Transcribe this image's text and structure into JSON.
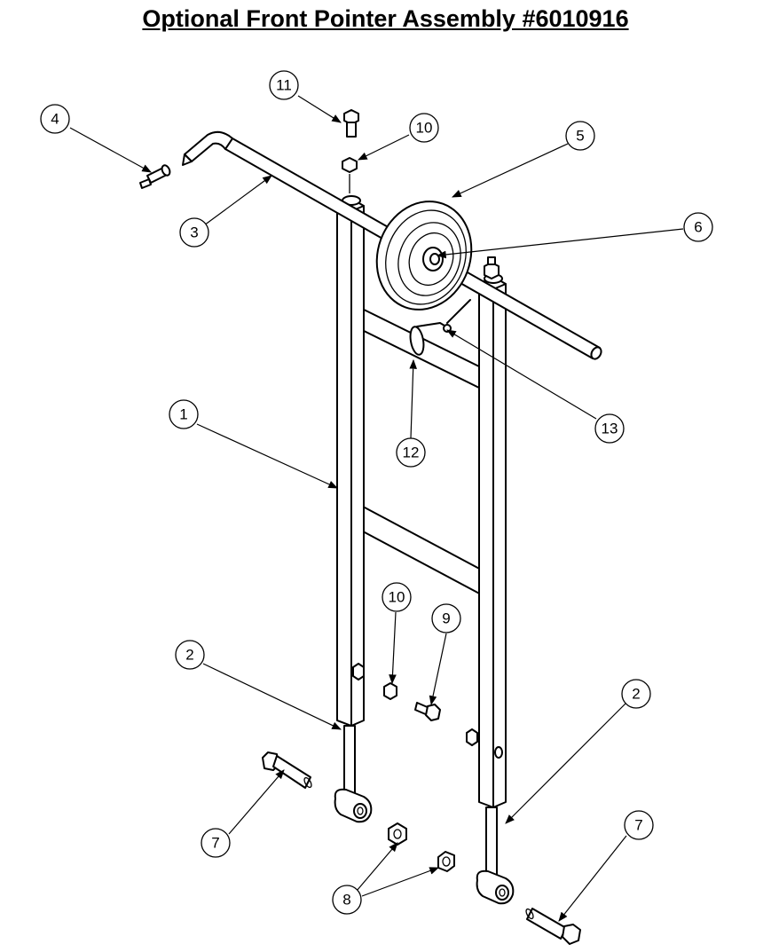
{
  "title": "Optional Front Pointer Assembly #6010916",
  "callouts": [
    {
      "id": "c1",
      "label": "1"
    },
    {
      "id": "c2a",
      "label": "2"
    },
    {
      "id": "c2b",
      "label": "2"
    },
    {
      "id": "c3",
      "label": "3"
    },
    {
      "id": "c4",
      "label": "4"
    },
    {
      "id": "c5",
      "label": "5"
    },
    {
      "id": "c6",
      "label": "6"
    },
    {
      "id": "c7a",
      "label": "7"
    },
    {
      "id": "c7b",
      "label": "7"
    },
    {
      "id": "c8",
      "label": "8"
    },
    {
      "id": "c9",
      "label": "9"
    },
    {
      "id": "c10a",
      "label": "10"
    },
    {
      "id": "c10b",
      "label": "10"
    },
    {
      "id": "c11",
      "label": "11"
    },
    {
      "id": "c12",
      "label": "12"
    },
    {
      "id": "c13",
      "label": "13"
    }
  ]
}
